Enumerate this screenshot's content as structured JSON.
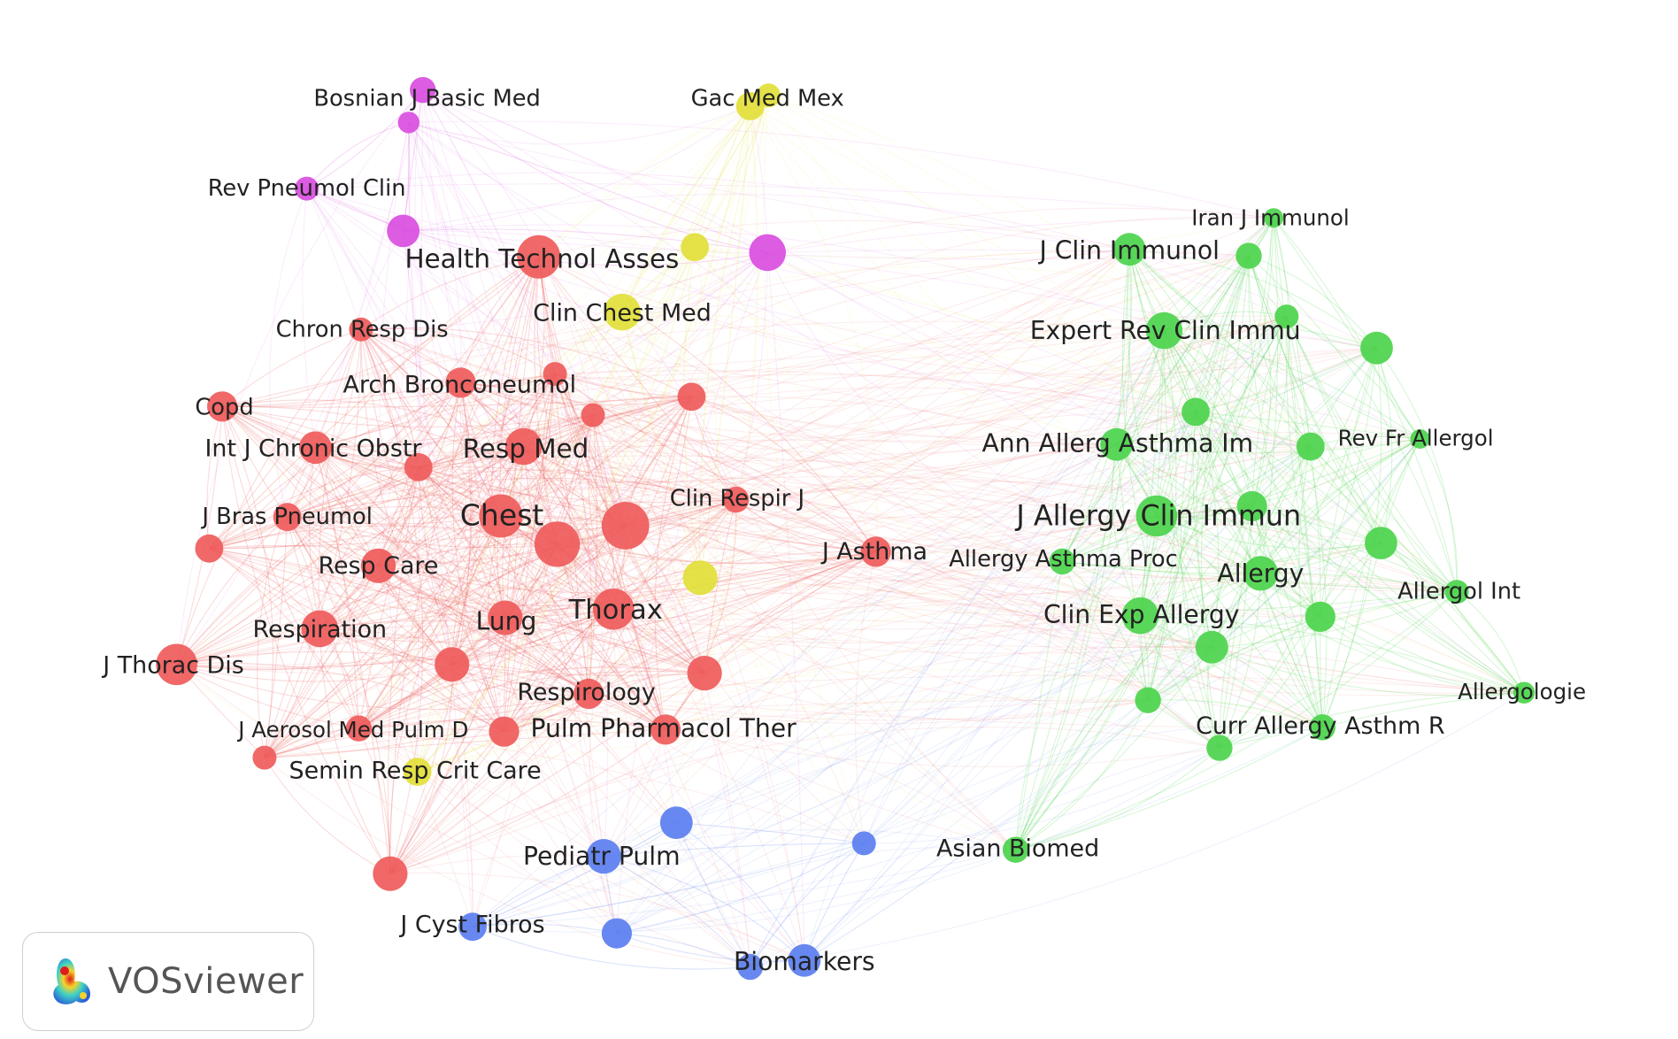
{
  "colors": {
    "red": "#ef5b5b",
    "green": "#4cd44c",
    "blue": "#5b7ef0",
    "yellow": "#e2df3a",
    "purple": "#d94ee0"
  },
  "badge": {
    "text": "VOSviewer",
    "icon": "vosviewer-logo-icon"
  },
  "nodes": [
    {
      "id": "bosnian",
      "label": "Bosnian J Basic Med",
      "cluster": "purple"
    },
    {
      "id": "bosnian-b",
      "label": "",
      "cluster": "purple"
    },
    {
      "id": "rev-pneumol-clin",
      "label": "Rev Pneumol Clin",
      "cluster": "purple"
    },
    {
      "id": "purple-left",
      "label": "",
      "cluster": "purple"
    },
    {
      "id": "purple-hub",
      "label": "",
      "cluster": "purple"
    },
    {
      "id": "gac-med-mex",
      "label": "Gac Med Mex",
      "cluster": "yellow"
    },
    {
      "id": "gac-b",
      "label": "",
      "cluster": "yellow"
    },
    {
      "id": "yellow-a",
      "label": "",
      "cluster": "yellow"
    },
    {
      "id": "clin-chest-med",
      "label": "Clin Chest Med",
      "cluster": "yellow"
    },
    {
      "id": "yellow-center",
      "label": "",
      "cluster": "yellow"
    },
    {
      "id": "semin-resp",
      "label": "Semin Resp Crit Care",
      "cluster": "yellow"
    },
    {
      "id": "health-technol",
      "label": "Health Technol Asses",
      "cluster": "red"
    },
    {
      "id": "chron-resp-dis",
      "label": "Chron Resp Dis",
      "cluster": "red"
    },
    {
      "id": "arch-bronconeumol",
      "label": "Arch Bronconeumol",
      "cluster": "red"
    },
    {
      "id": "red-a",
      "label": "",
      "cluster": "red"
    },
    {
      "id": "red-b",
      "label": "",
      "cluster": "red"
    },
    {
      "id": "red-c",
      "label": "",
      "cluster": "red"
    },
    {
      "id": "copd",
      "label": "Copd",
      "cluster": "red"
    },
    {
      "id": "int-j-copd",
      "label": "Int J Chronic Obstr",
      "cluster": "red"
    },
    {
      "id": "red-d",
      "label": "",
      "cluster": "red"
    },
    {
      "id": "resp-med",
      "label": "Resp Med",
      "cluster": "red"
    },
    {
      "id": "clin-respir-j",
      "label": "Clin Respir J",
      "cluster": "red"
    },
    {
      "id": "j-bras-pneumol",
      "label": "J Bras Pneumol",
      "cluster": "red"
    },
    {
      "id": "red-e",
      "label": "",
      "cluster": "red"
    },
    {
      "id": "chest",
      "label": "Chest",
      "cluster": "red"
    },
    {
      "id": "red-big1",
      "label": "",
      "cluster": "red"
    },
    {
      "id": "red-big2",
      "label": "",
      "cluster": "red"
    },
    {
      "id": "j-asthma",
      "label": "J Asthma",
      "cluster": "red"
    },
    {
      "id": "resp-care",
      "label": "Resp Care",
      "cluster": "red"
    },
    {
      "id": "thorax",
      "label": "Thorax",
      "cluster": "red"
    },
    {
      "id": "lung",
      "label": "Lung",
      "cluster": "red"
    },
    {
      "id": "respiration",
      "label": "Respiration",
      "cluster": "red"
    },
    {
      "id": "j-thorac-dis",
      "label": "J Thorac Dis",
      "cluster": "red"
    },
    {
      "id": "red-f",
      "label": "",
      "cluster": "red"
    },
    {
      "id": "red-g",
      "label": "",
      "cluster": "red"
    },
    {
      "id": "respirology",
      "label": "Respirology",
      "cluster": "red"
    },
    {
      "id": "j-aerosol",
      "label": "J Aerosol Med Pulm D",
      "cluster": "red"
    },
    {
      "id": "pulm-pharmacol",
      "label": "Pulm Pharmacol Ther",
      "cluster": "red"
    },
    {
      "id": "red-h",
      "label": "",
      "cluster": "red"
    },
    {
      "id": "red-i",
      "label": "",
      "cluster": "red"
    },
    {
      "id": "red-j",
      "label": "",
      "cluster": "red"
    },
    {
      "id": "blue-a",
      "label": "",
      "cluster": "blue"
    },
    {
      "id": "blue-b",
      "label": "",
      "cluster": "blue"
    },
    {
      "id": "pediatr-pulm",
      "label": "Pediatr Pulm",
      "cluster": "blue"
    },
    {
      "id": "j-cyst-fibros",
      "label": "J Cyst Fibros",
      "cluster": "blue"
    },
    {
      "id": "blue-c",
      "label": "",
      "cluster": "blue"
    },
    {
      "id": "biomarkers",
      "label": "Biomarkers",
      "cluster": "blue"
    },
    {
      "id": "blue-d",
      "label": "",
      "cluster": "blue"
    },
    {
      "id": "iran-j-immunol",
      "label": "Iran J Immunol",
      "cluster": "green"
    },
    {
      "id": "j-clin-immunol",
      "label": "J Clin Immunol",
      "cluster": "green"
    },
    {
      "id": "green-a",
      "label": "",
      "cluster": "green"
    },
    {
      "id": "green-b",
      "label": "",
      "cluster": "green"
    },
    {
      "id": "expert-rev",
      "label": "Expert Rev Clin Immu",
      "cluster": "green"
    },
    {
      "id": "green-c",
      "label": "",
      "cluster": "green"
    },
    {
      "id": "green-d",
      "label": "",
      "cluster": "green"
    },
    {
      "id": "ann-allerg",
      "label": "Ann Allerg Asthma Im",
      "cluster": "green"
    },
    {
      "id": "green-e",
      "label": "",
      "cluster": "green"
    },
    {
      "id": "rev-fr-allergol",
      "label": "Rev Fr Allergol",
      "cluster": "green"
    },
    {
      "id": "j-allergy-clin",
      "label": "J Allergy Clin Immun",
      "cluster": "green"
    },
    {
      "id": "green-f",
      "label": "",
      "cluster": "green"
    },
    {
      "id": "allergy-asthma-proc",
      "label": "Allergy Asthma Proc",
      "cluster": "green"
    },
    {
      "id": "allergy",
      "label": "Allergy",
      "cluster": "green"
    },
    {
      "id": "green-g",
      "label": "",
      "cluster": "green"
    },
    {
      "id": "allergol-int",
      "label": "Allergol Int",
      "cluster": "green"
    },
    {
      "id": "clin-exp-allergy",
      "label": "Clin Exp Allergy",
      "cluster": "green"
    },
    {
      "id": "green-h",
      "label": "",
      "cluster": "green"
    },
    {
      "id": "green-i",
      "label": "",
      "cluster": "green"
    },
    {
      "id": "allergologie",
      "label": "Allergologie",
      "cluster": "green"
    },
    {
      "id": "green-j",
      "label": "",
      "cluster": "green"
    },
    {
      "id": "curr-allergy",
      "label": "Curr Allergy Asthm R",
      "cluster": "green"
    },
    {
      "id": "green-k",
      "label": "",
      "cluster": "green"
    },
    {
      "id": "asian-biomed",
      "label": "Asian Biomed",
      "cluster": "green"
    }
  ]
}
